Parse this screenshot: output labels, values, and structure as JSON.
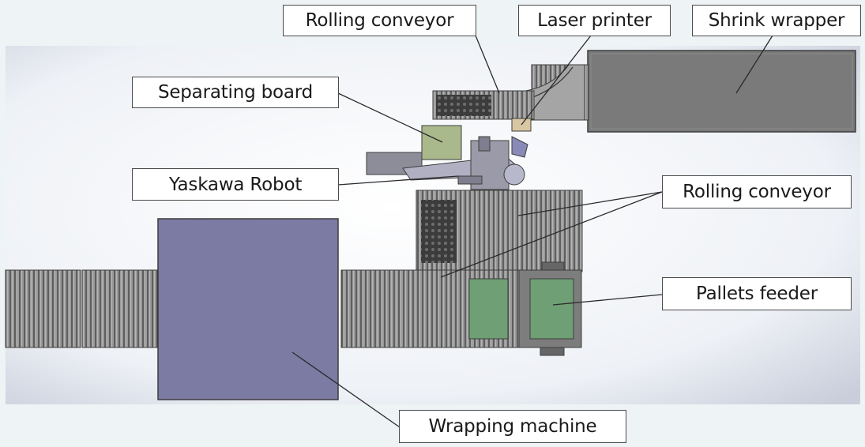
{
  "diagram": {
    "labels": {
      "rolling_conveyor_top": "Rolling conveyor",
      "laser_printer": "Laser printer",
      "shrink_wrapper": "Shrink wrapper",
      "separating_board": "Separating board",
      "yaskawa_robot": "Yaskawa Robot",
      "rolling_conveyor_right": "Rolling conveyor",
      "pallets_feeder": "Pallets feeder",
      "wrapping_machine": "Wrapping machine"
    },
    "colors": {
      "wrapping_machine": "#7b7ba4",
      "shrink_wrapper": "#7a7a7a",
      "separating_board": "#aab98c",
      "pallet": "#6f9f74",
      "conveyor": "#8e8e8e",
      "robot": "#9a9aa8"
    }
  }
}
